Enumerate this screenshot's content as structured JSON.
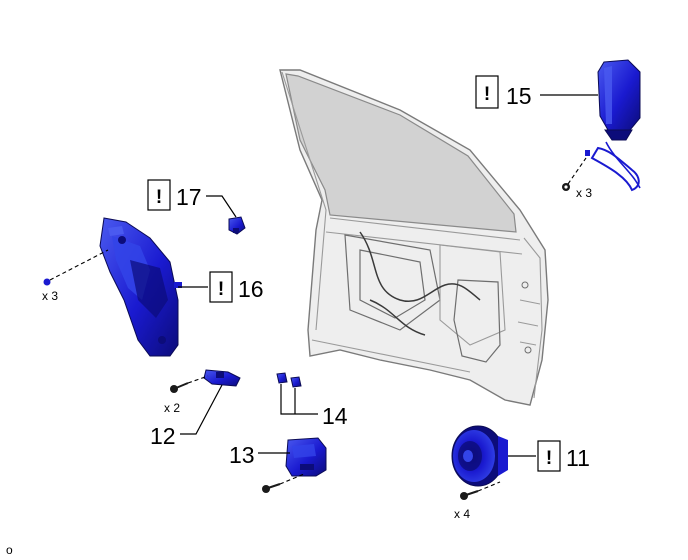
{
  "callouts": {
    "c11": {
      "number": "11",
      "warning": "!"
    },
    "c12": {
      "number": "12"
    },
    "c13": {
      "number": "13"
    },
    "c14": {
      "number": "14"
    },
    "c15": {
      "number": "15",
      "warning": "!"
    },
    "c16": {
      "number": "16",
      "warning": "!"
    },
    "c17": {
      "number": "17",
      "warning": "!"
    }
  },
  "quantities": {
    "q15": "x 3",
    "q16": "x 3",
    "q12": "x 2",
    "q11": "x 4"
  },
  "corner_label": "o",
  "colors": {
    "part_blue": "#1a1ad0",
    "part_dark": "#0c0c7a",
    "part_light": "#4a5af0",
    "door_fill": "#eeeeee",
    "window_fill": "#d2d2d2",
    "line": "#000000"
  }
}
